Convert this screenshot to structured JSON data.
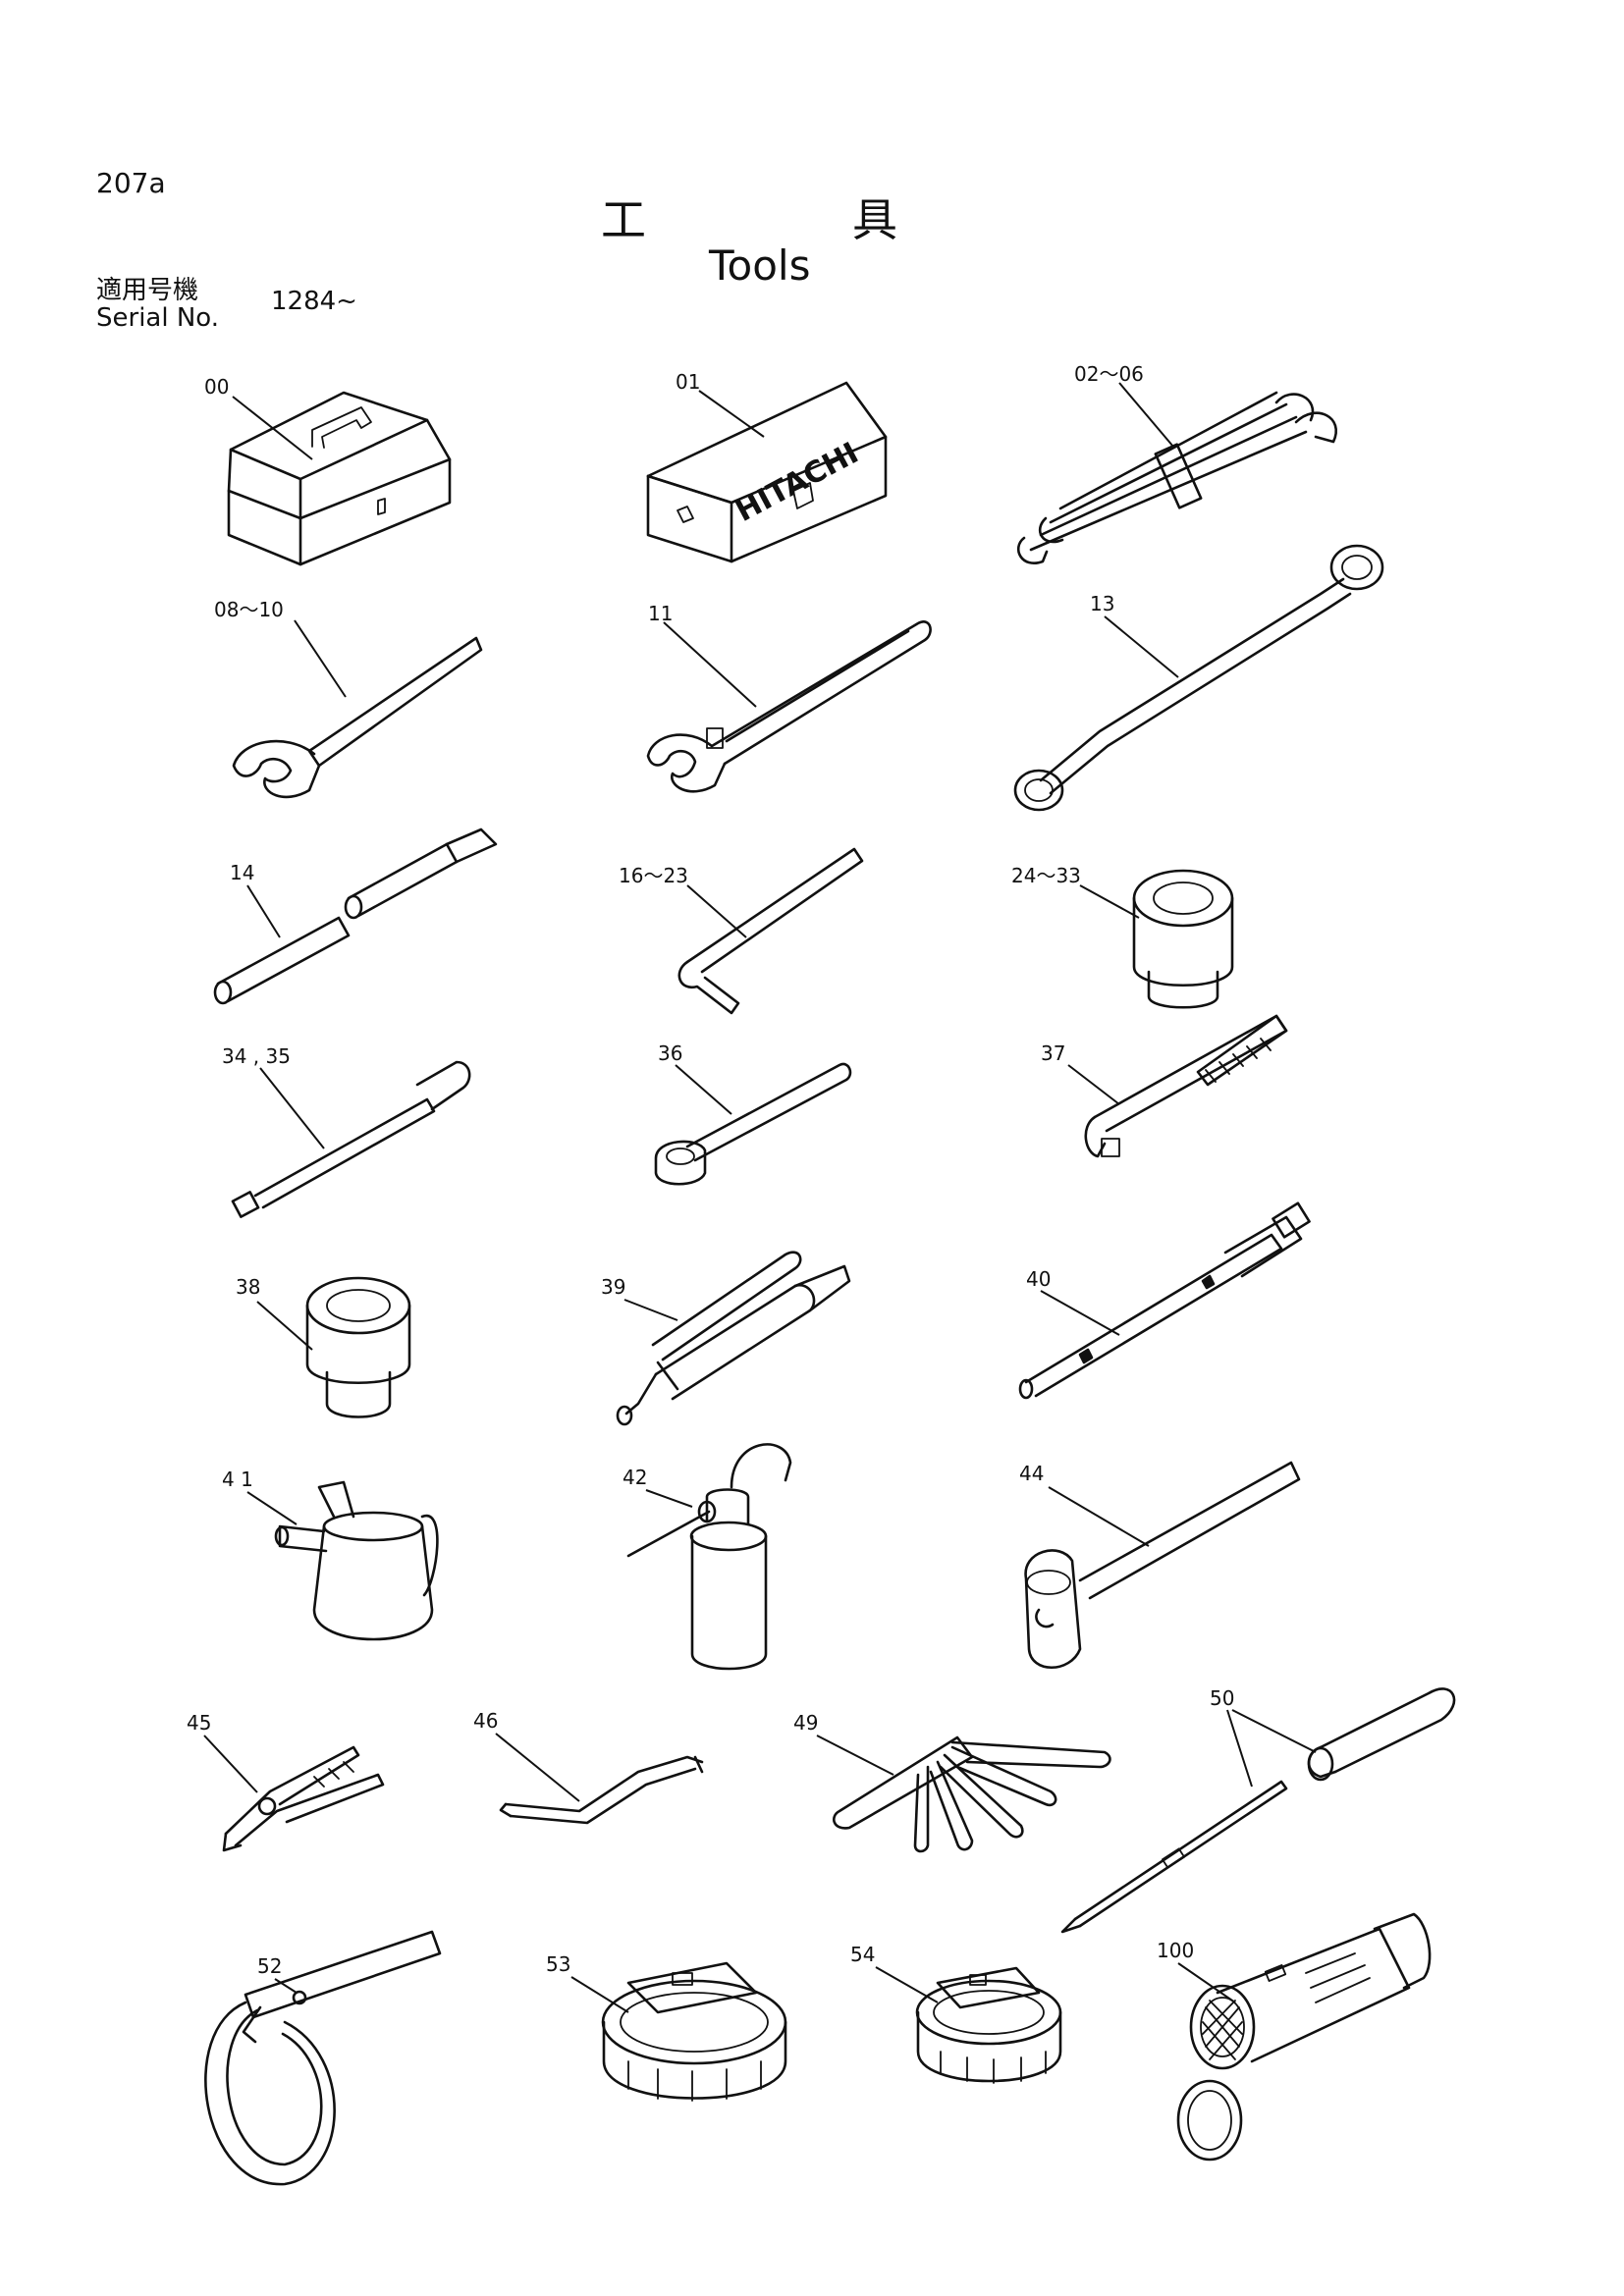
{
  "header": {
    "page_number": "207a",
    "title_jp_char1": "工",
    "title_jp_char2": "具",
    "title_en": "Tools",
    "serial_label_jp": "適用号機",
    "serial_label_en": "Serial No.",
    "serial_value": "1284~"
  },
  "brand_on_box": "HITACHI",
  "parts": [
    {
      "id": "p00",
      "number": "00",
      "icon": "tool-box-icon"
    },
    {
      "id": "p01",
      "number": "01",
      "icon": "hitachi-tool-case-icon"
    },
    {
      "id": "p02",
      "number": "02～06",
      "icon": "wrench-set-icon"
    },
    {
      "id": "p08",
      "number": "08～10",
      "icon": "spanner-icon"
    },
    {
      "id": "p11",
      "number": "11",
      "icon": "adjustable-wrench-icon"
    },
    {
      "id": "p13",
      "number": "13",
      "icon": "box-end-wrench-icon"
    },
    {
      "id": "p14",
      "number": "14",
      "icon": "bar-icon"
    },
    {
      "id": "p16",
      "number": "16～23",
      "icon": "hex-key-icon"
    },
    {
      "id": "p24",
      "number": "24～33",
      "icon": "socket-icon"
    },
    {
      "id": "p34",
      "number": "34 , 35",
      "icon": "extension-bar-icon"
    },
    {
      "id": "p36",
      "number": "36",
      "icon": "ratchet-handle-icon"
    },
    {
      "id": "p37",
      "number": "37",
      "icon": "l-handle-icon"
    },
    {
      "id": "p38",
      "number": "38",
      "icon": "large-socket-icon"
    },
    {
      "id": "p39",
      "number": "39",
      "icon": "grease-gun-icon"
    },
    {
      "id": "p40",
      "number": "40",
      "icon": "torque-wrench-icon"
    },
    {
      "id": "p41",
      "number": "4 1",
      "icon": "oil-can-icon"
    },
    {
      "id": "p42",
      "number": "42",
      "icon": "oiler-icon"
    },
    {
      "id": "p44",
      "number": "44",
      "icon": "hammer-icon"
    },
    {
      "id": "p45",
      "number": "45",
      "icon": "pliers-icon"
    },
    {
      "id": "p46",
      "number": "46",
      "icon": "pry-bar-icon"
    },
    {
      "id": "p49",
      "number": "49",
      "icon": "feeler-gauge-icon"
    },
    {
      "id": "p50",
      "number": "50",
      "icon": "screwdriver-icon"
    },
    {
      "id": "p52",
      "number": "52",
      "icon": "strap-wrench-icon"
    },
    {
      "id": "p53",
      "number": "53",
      "icon": "filter-wrench-large-icon"
    },
    {
      "id": "p54",
      "number": "54",
      "icon": "filter-wrench-small-icon"
    },
    {
      "id": "p100",
      "number": "100",
      "icon": "flashlight-icon"
    }
  ]
}
